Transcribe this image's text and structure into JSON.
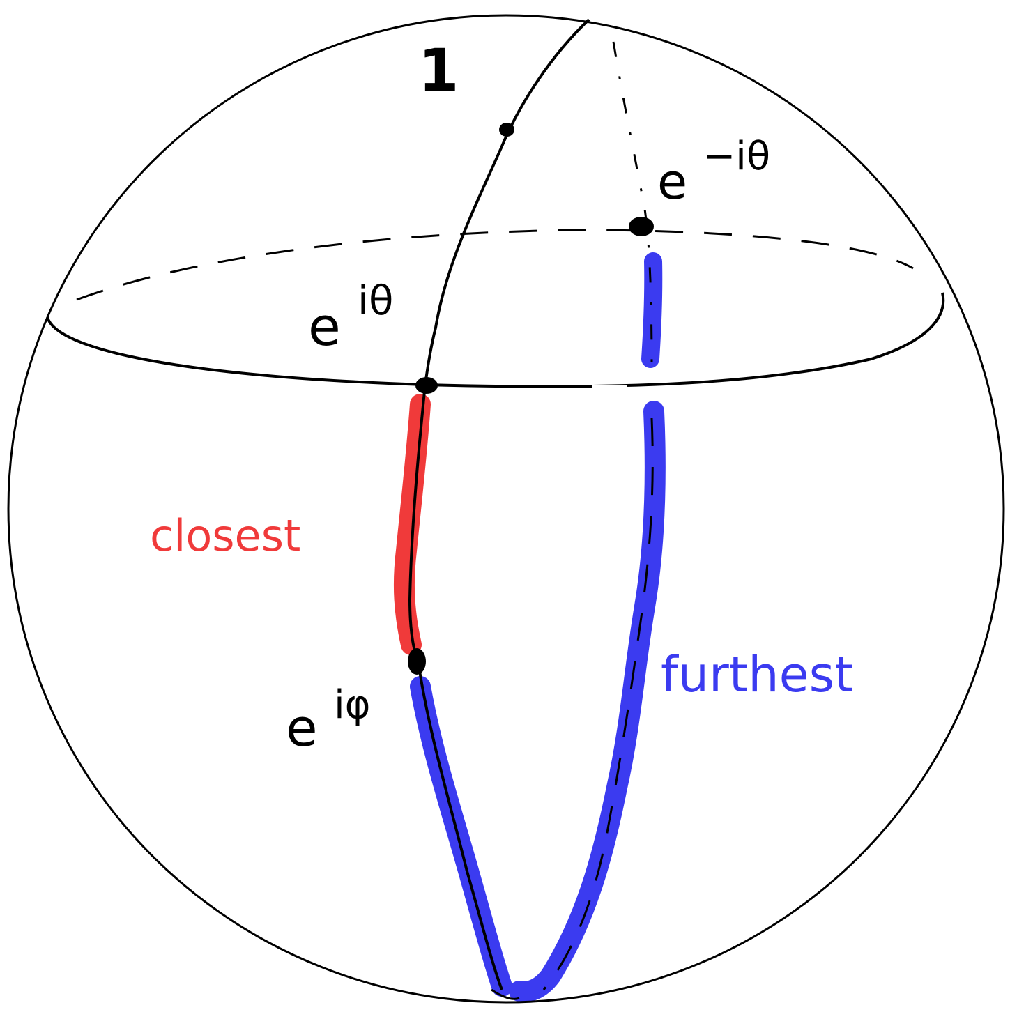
{
  "labels": {
    "one": "1",
    "e_i_theta_base": "e",
    "e_i_theta_exp": "iθ",
    "e_neg_i_theta_base": "e",
    "e_neg_i_theta_exp": "−iθ",
    "e_i_phi_base": "e",
    "e_i_phi_exp": "iφ",
    "closest": "closest",
    "furthest": "furthest"
  },
  "colors": {
    "ink": "#000000",
    "closest": "#f03a3a",
    "furthest": "#3b3bf0",
    "background": "#ffffff"
  }
}
